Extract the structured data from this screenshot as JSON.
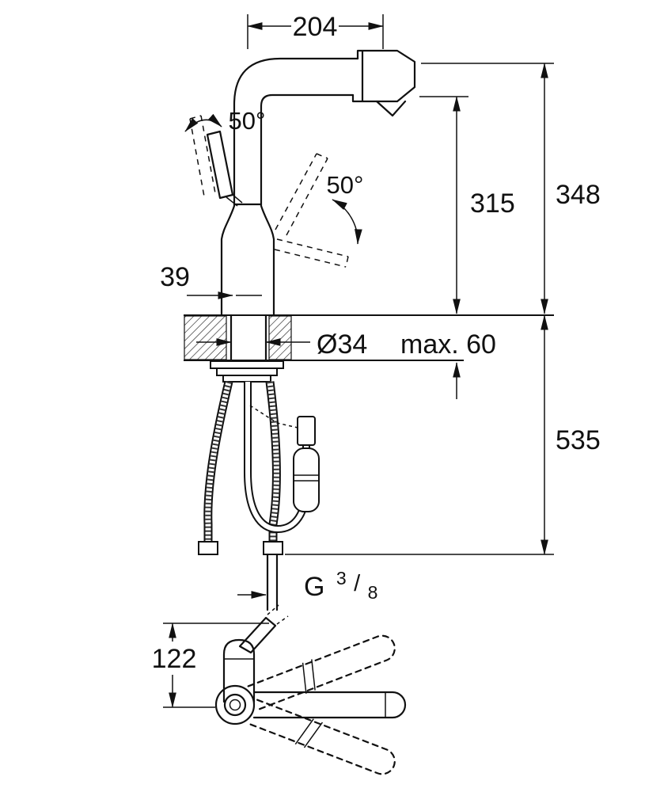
{
  "colors": {
    "line": "#111111",
    "background": "#ffffff"
  },
  "labels": {
    "dim_204": "204",
    "angle_left": "50°",
    "angle_right": "50°",
    "dim_315": "315",
    "dim_348": "348",
    "dim_39": "39",
    "dia_34": "Ø34",
    "max_60": "max. 60",
    "dim_535": "535",
    "thread_g": "G",
    "thread_num": "3",
    "thread_slash": "/",
    "thread_den": "8",
    "dim_122": "122"
  }
}
